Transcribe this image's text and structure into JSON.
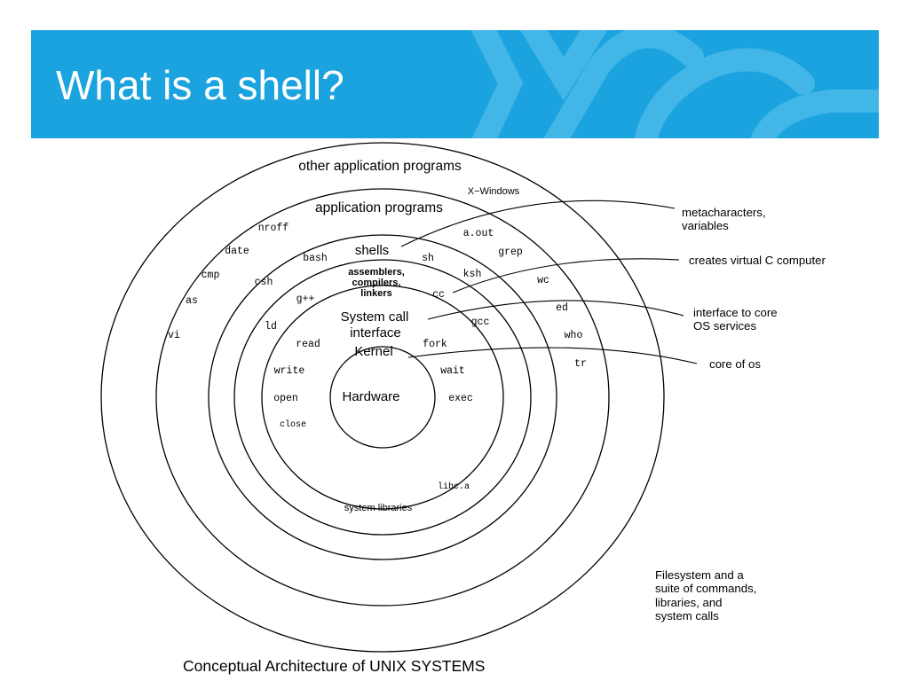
{
  "slide": {
    "title": "What is a shell?",
    "caption": "Conceptual Architecture of UNIX SYSTEMS",
    "note_lines": [
      "Filesystem and a",
      "suite of commands,",
      "libraries, and",
      "system calls"
    ]
  },
  "colors": {
    "banner": "#1aa3de",
    "banner_motif": "#4dbbe8"
  },
  "layers": {
    "other_application_programs": "other application programs",
    "x_windows": "X−Windows",
    "application_programs": "application programs",
    "shells": "shells",
    "assemblers": [
      "assemblers,",
      "compilers,",
      "linkers"
    ],
    "system_call": "System call",
    "interface": "interface",
    "kernel": "Kernel",
    "hardware": "Hardware",
    "system_libraries": "system libraries"
  },
  "commands": {
    "nroff": "nroff",
    "date": "date",
    "cmp": "cmp",
    "as": "as",
    "vi": "vi",
    "a_out": "a.out",
    "grep": "grep",
    "wc": "wc",
    "ed": "ed",
    "who": "who",
    "tr": "tr",
    "bash": "bash",
    "sh": "sh",
    "csh": "csh",
    "ksh": "ksh",
    "g_plus": "g++",
    "cc": "cc",
    "ld": "ld",
    "gcc": "gcc",
    "read": "read",
    "fork": "fork",
    "write": "write",
    "wait": "wait",
    "open": "open",
    "exec": "exec",
    "close": "close",
    "libc_a": "libc.a"
  },
  "callouts": {
    "metacharacters": [
      "metacharacters,",
      "variables"
    ],
    "virtual_c": "creates virtual C computer",
    "interface_core": [
      "interface to core",
      "OS services"
    ],
    "core_os": "core of os"
  }
}
